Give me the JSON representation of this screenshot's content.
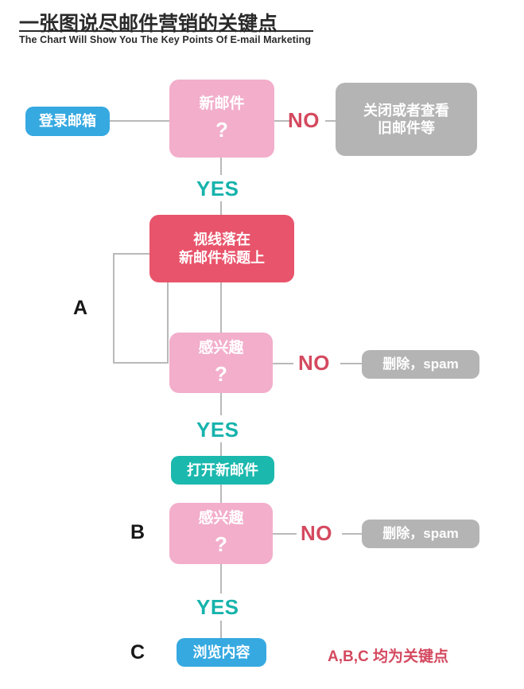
{
  "header": {
    "title_cn": "一张图说尽邮件营销的关键点",
    "title_en": "The Chart Will Show You The Key Points Of E-mail Marketing"
  },
  "colors": {
    "blue": "#36a9e1",
    "pink": "#f2aecb",
    "red": "#e8546b",
    "gray": "#b4b4b4",
    "teal": "#1bb8ae",
    "yes_text": "#17b3ac",
    "no_text": "#d4495f",
    "line": "#b9b9b9",
    "ink": "#2b2b2b"
  },
  "nodes": {
    "login": "登录邮箱",
    "new_mail_label": "新邮件",
    "new_mail_q": "?",
    "close_or_old": "关闭或者查看\n旧邮件等",
    "gaze_title": "视线落在\n新邮件标题上",
    "interest_a_label": "感兴趣",
    "interest_a_q": "?",
    "delete_spam_a": "删除，spam",
    "open_new_mail": "打开新邮件",
    "interest_b_label": "感兴趣",
    "interest_b_q": "?",
    "delete_spam_b": "删除，spam",
    "browse_content": "浏览内容"
  },
  "labels": {
    "yes_1": "YES",
    "yes_2": "YES",
    "yes_3": "YES",
    "no_1": "NO",
    "no_2": "NO",
    "no_3": "NO",
    "marker_a": "A",
    "marker_b": "B",
    "marker_c": "C",
    "footnote": "A,B,C 均为关键点"
  },
  "chart_data": {
    "type": "diagram",
    "title": "一张图说尽邮件营销的关键点",
    "subtitle": "The Chart Will Show You The Key Points Of E-mail Marketing",
    "diagram_kind": "flowchart",
    "nodes": [
      {
        "id": "login",
        "text": "登录邮箱",
        "shape": "pill",
        "color": "#36a9e1",
        "role": "start"
      },
      {
        "id": "new_mail",
        "text": "新邮件 ?",
        "shape": "rounded",
        "color": "#f2aecb",
        "role": "decision"
      },
      {
        "id": "close_old",
        "text": "关闭或者查看旧邮件等",
        "shape": "rounded",
        "color": "#b4b4b4",
        "role": "terminal"
      },
      {
        "id": "gaze",
        "text": "视线落在新邮件标题上",
        "shape": "rounded",
        "color": "#e8546b",
        "role": "process"
      },
      {
        "id": "interest_a",
        "text": "感兴趣 ?",
        "shape": "rounded",
        "color": "#f2aecb",
        "role": "decision"
      },
      {
        "id": "spam_a",
        "text": "删除，spam",
        "shape": "pill",
        "color": "#b4b4b4",
        "role": "terminal"
      },
      {
        "id": "open_mail",
        "text": "打开新邮件",
        "shape": "pill",
        "color": "#1bb8ae",
        "role": "process"
      },
      {
        "id": "interest_b",
        "text": "感兴趣 ?",
        "shape": "rounded",
        "color": "#f2aecb",
        "role": "decision"
      },
      {
        "id": "spam_b",
        "text": "删除，spam",
        "shape": "pill",
        "color": "#b4b4b4",
        "role": "terminal"
      },
      {
        "id": "browse",
        "text": "浏览内容",
        "shape": "pill",
        "color": "#36a9e1",
        "role": "end"
      }
    ],
    "edges": [
      {
        "from": "login",
        "to": "new_mail",
        "label": ""
      },
      {
        "from": "new_mail",
        "to": "close_old",
        "label": "NO"
      },
      {
        "from": "new_mail",
        "to": "gaze",
        "label": "YES"
      },
      {
        "from": "gaze",
        "to": "interest_a",
        "label": ""
      },
      {
        "from": "interest_a",
        "to": "spam_a",
        "label": "NO"
      },
      {
        "from": "interest_a",
        "to": "open_mail",
        "label": "YES"
      },
      {
        "from": "open_mail",
        "to": "interest_b",
        "label": ""
      },
      {
        "from": "interest_b",
        "to": "spam_b",
        "label": "NO"
      },
      {
        "from": "interest_b",
        "to": "browse",
        "label": "YES"
      }
    ],
    "annotations": [
      {
        "marker": "A",
        "covers": [
          "gaze",
          "interest_a"
        ]
      },
      {
        "marker": "B",
        "covers": [
          "interest_b"
        ]
      },
      {
        "marker": "C",
        "covers": [
          "browse"
        ]
      },
      {
        "text": "A,B,C 均为关键点",
        "color": "#d4495f"
      }
    ]
  }
}
